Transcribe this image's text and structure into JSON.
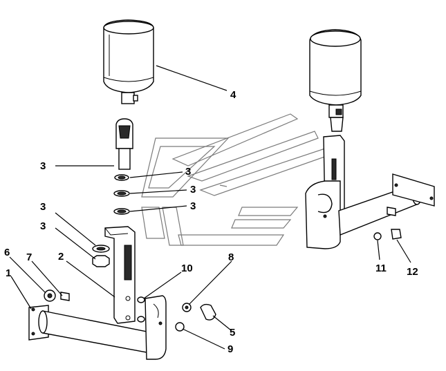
{
  "diagram": {
    "callouts": [
      "4",
      "3",
      "3",
      "3",
      "3",
      "3",
      "3",
      "2",
      "6",
      "7",
      "1",
      "10",
      "8",
      "5",
      "9",
      "11",
      "12"
    ]
  }
}
